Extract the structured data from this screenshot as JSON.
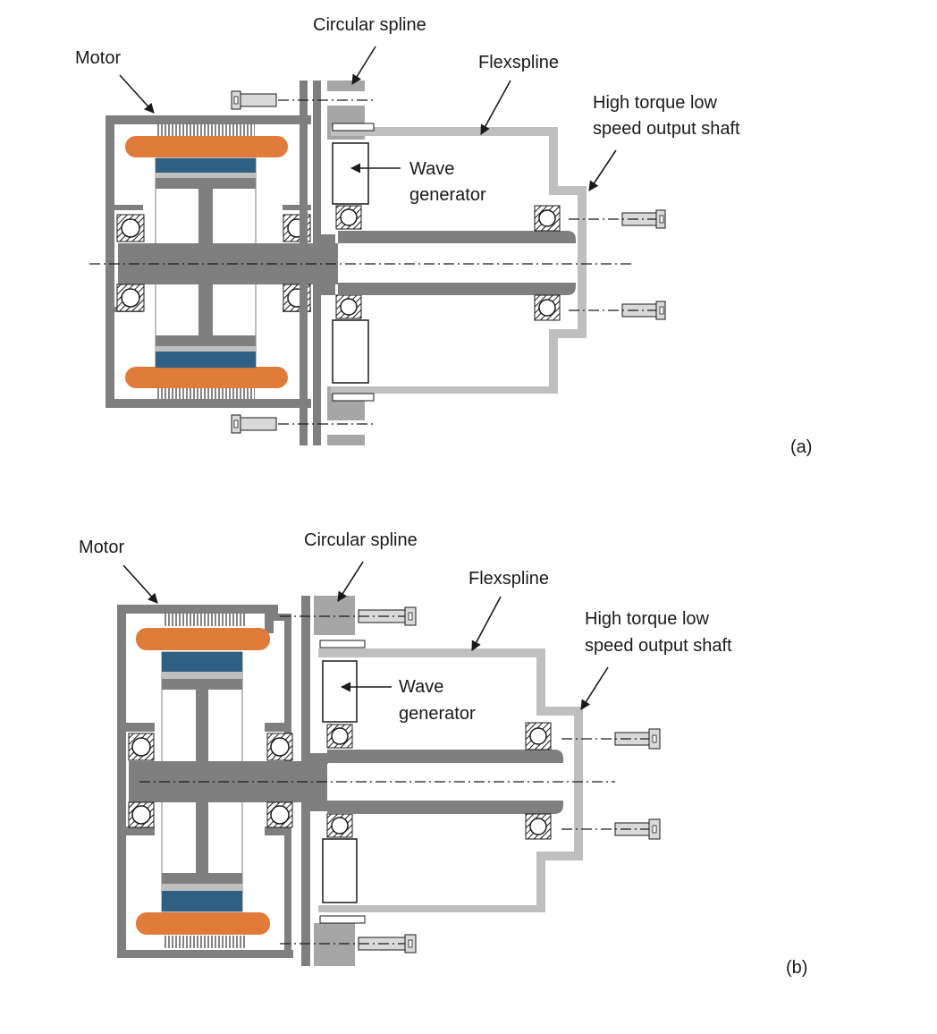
{
  "panels": [
    {
      "id": "a",
      "panel_label": "(a)",
      "labels": {
        "motor": "Motor",
        "circular_spline": "Circular spline",
        "flexspline": "Flexspline",
        "wave_generator": [
          "Wave",
          "generator"
        ],
        "output_shaft": [
          "High torque low",
          "speed output shaft"
        ]
      }
    },
    {
      "id": "b",
      "panel_label": "(b)",
      "labels": {
        "motor": "Motor",
        "circular_spline": "Circular spline",
        "flexspline": "Flexspline",
        "wave_generator": [
          "Wave",
          "generator"
        ],
        "output_shaft": [
          "High torque low",
          "speed output shaft"
        ]
      }
    }
  ],
  "colors": {
    "housing": "#7f7f7f",
    "flexspline": "#bfbfbf",
    "circular_spline": "#a6a6a6",
    "winding": "#e07b39",
    "magnet": "#2f5f82",
    "line": "#1a1a1a"
  },
  "icons": [
    "bearing-icon",
    "bolt-icon",
    "motor-winding-icon",
    "rotor-magnet-icon"
  ]
}
